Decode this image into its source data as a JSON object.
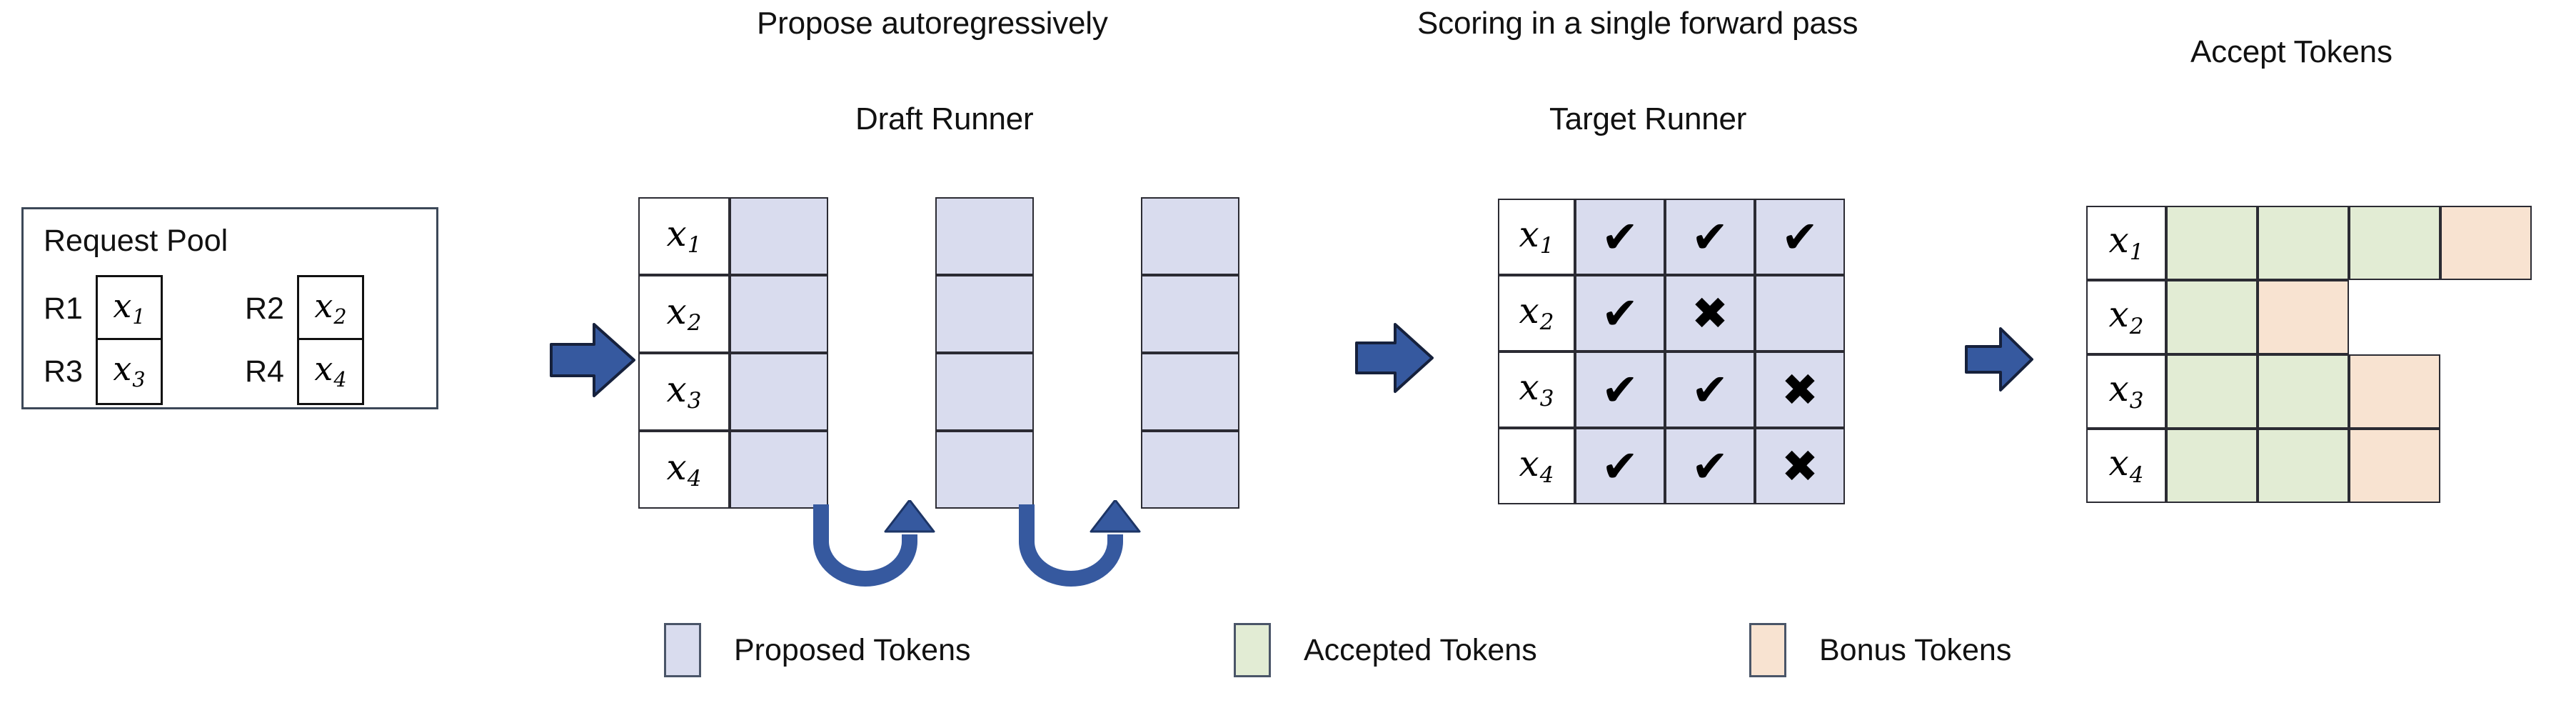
{
  "headings": {
    "propose": "Propose autoregressively",
    "draft_runner": "Draft Runner",
    "scoring": "Scoring in a single forward pass",
    "target_runner": "Target Runner",
    "accept": "Accept Tokens"
  },
  "request_pool": {
    "title": "Request Pool",
    "items": [
      {
        "label": "R1",
        "token": "x",
        "sub": "1"
      },
      {
        "label": "R2",
        "token": "x",
        "sub": "2"
      },
      {
        "label": "R3",
        "token": "x",
        "sub": "3"
      },
      {
        "label": "R4",
        "token": "x",
        "sub": "4"
      }
    ]
  },
  "draft_runner": {
    "row_labels": [
      {
        "token": "x",
        "sub": "1"
      },
      {
        "token": "x",
        "sub": "2"
      },
      {
        "token": "x",
        "sub": "3"
      },
      {
        "token": "x",
        "sub": "4"
      }
    ],
    "steps": 3,
    "cell_kind": "blue",
    "loop_arrow_count": 2
  },
  "target_runner": {
    "row_labels": [
      {
        "token": "x",
        "sub": "1"
      },
      {
        "token": "x",
        "sub": "2"
      },
      {
        "token": "x",
        "sub": "3"
      },
      {
        "token": "x",
        "sub": "4"
      }
    ],
    "marks": [
      [
        "check",
        "check",
        "check"
      ],
      [
        "check",
        "cross",
        "blank"
      ],
      [
        "check",
        "check",
        "cross"
      ],
      [
        "check",
        "check",
        "cross"
      ]
    ],
    "glyphs": {
      "check": "✔",
      "cross": "✖",
      "blank": ""
    }
  },
  "accept_tokens": {
    "row_labels": [
      {
        "token": "x",
        "sub": "1"
      },
      {
        "token": "x",
        "sub": "2"
      },
      {
        "token": "x",
        "sub": "3"
      },
      {
        "token": "x",
        "sub": "4"
      }
    ],
    "rows": [
      [
        "green",
        "green",
        "green",
        "orange"
      ],
      [
        "green",
        "orange"
      ],
      [
        "green",
        "green",
        "orange"
      ],
      [
        "green",
        "green",
        "orange"
      ]
    ]
  },
  "legend": [
    {
      "label": "Proposed Tokens",
      "color": "#d9dcee",
      "name": "proposed"
    },
    {
      "label": "Accepted Tokens",
      "color": "#e2ecd4",
      "name": "accepted"
    },
    {
      "label": "Bonus Tokens",
      "color": "#f8e3d1",
      "name": "bonus"
    }
  ],
  "colors": {
    "proposed_blue": "#d9dcee",
    "accepted_green": "#e2ecd4",
    "bonus_orange": "#f8e3d1",
    "arrow_blue": "#36599f",
    "border_dark": "#2b2b33",
    "pool_border": "#3c4858"
  }
}
